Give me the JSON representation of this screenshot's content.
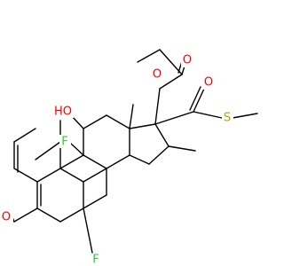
{
  "colors": {
    "bond": "#000000",
    "oxygen": "#ff0000",
    "fluorine": "#33cc33",
    "sulfur": "#b8a000",
    "background": "#ffffff"
  },
  "atom_labels": {
    "ester_carbonyl_o": "O",
    "ester_link_o": "O",
    "hydroxyl": "HO",
    "fluorine_9": "F",
    "thioester_carbonyl_o": "O",
    "sulfur": "S",
    "ketone_o": "O",
    "fluorine_6": "F"
  }
}
